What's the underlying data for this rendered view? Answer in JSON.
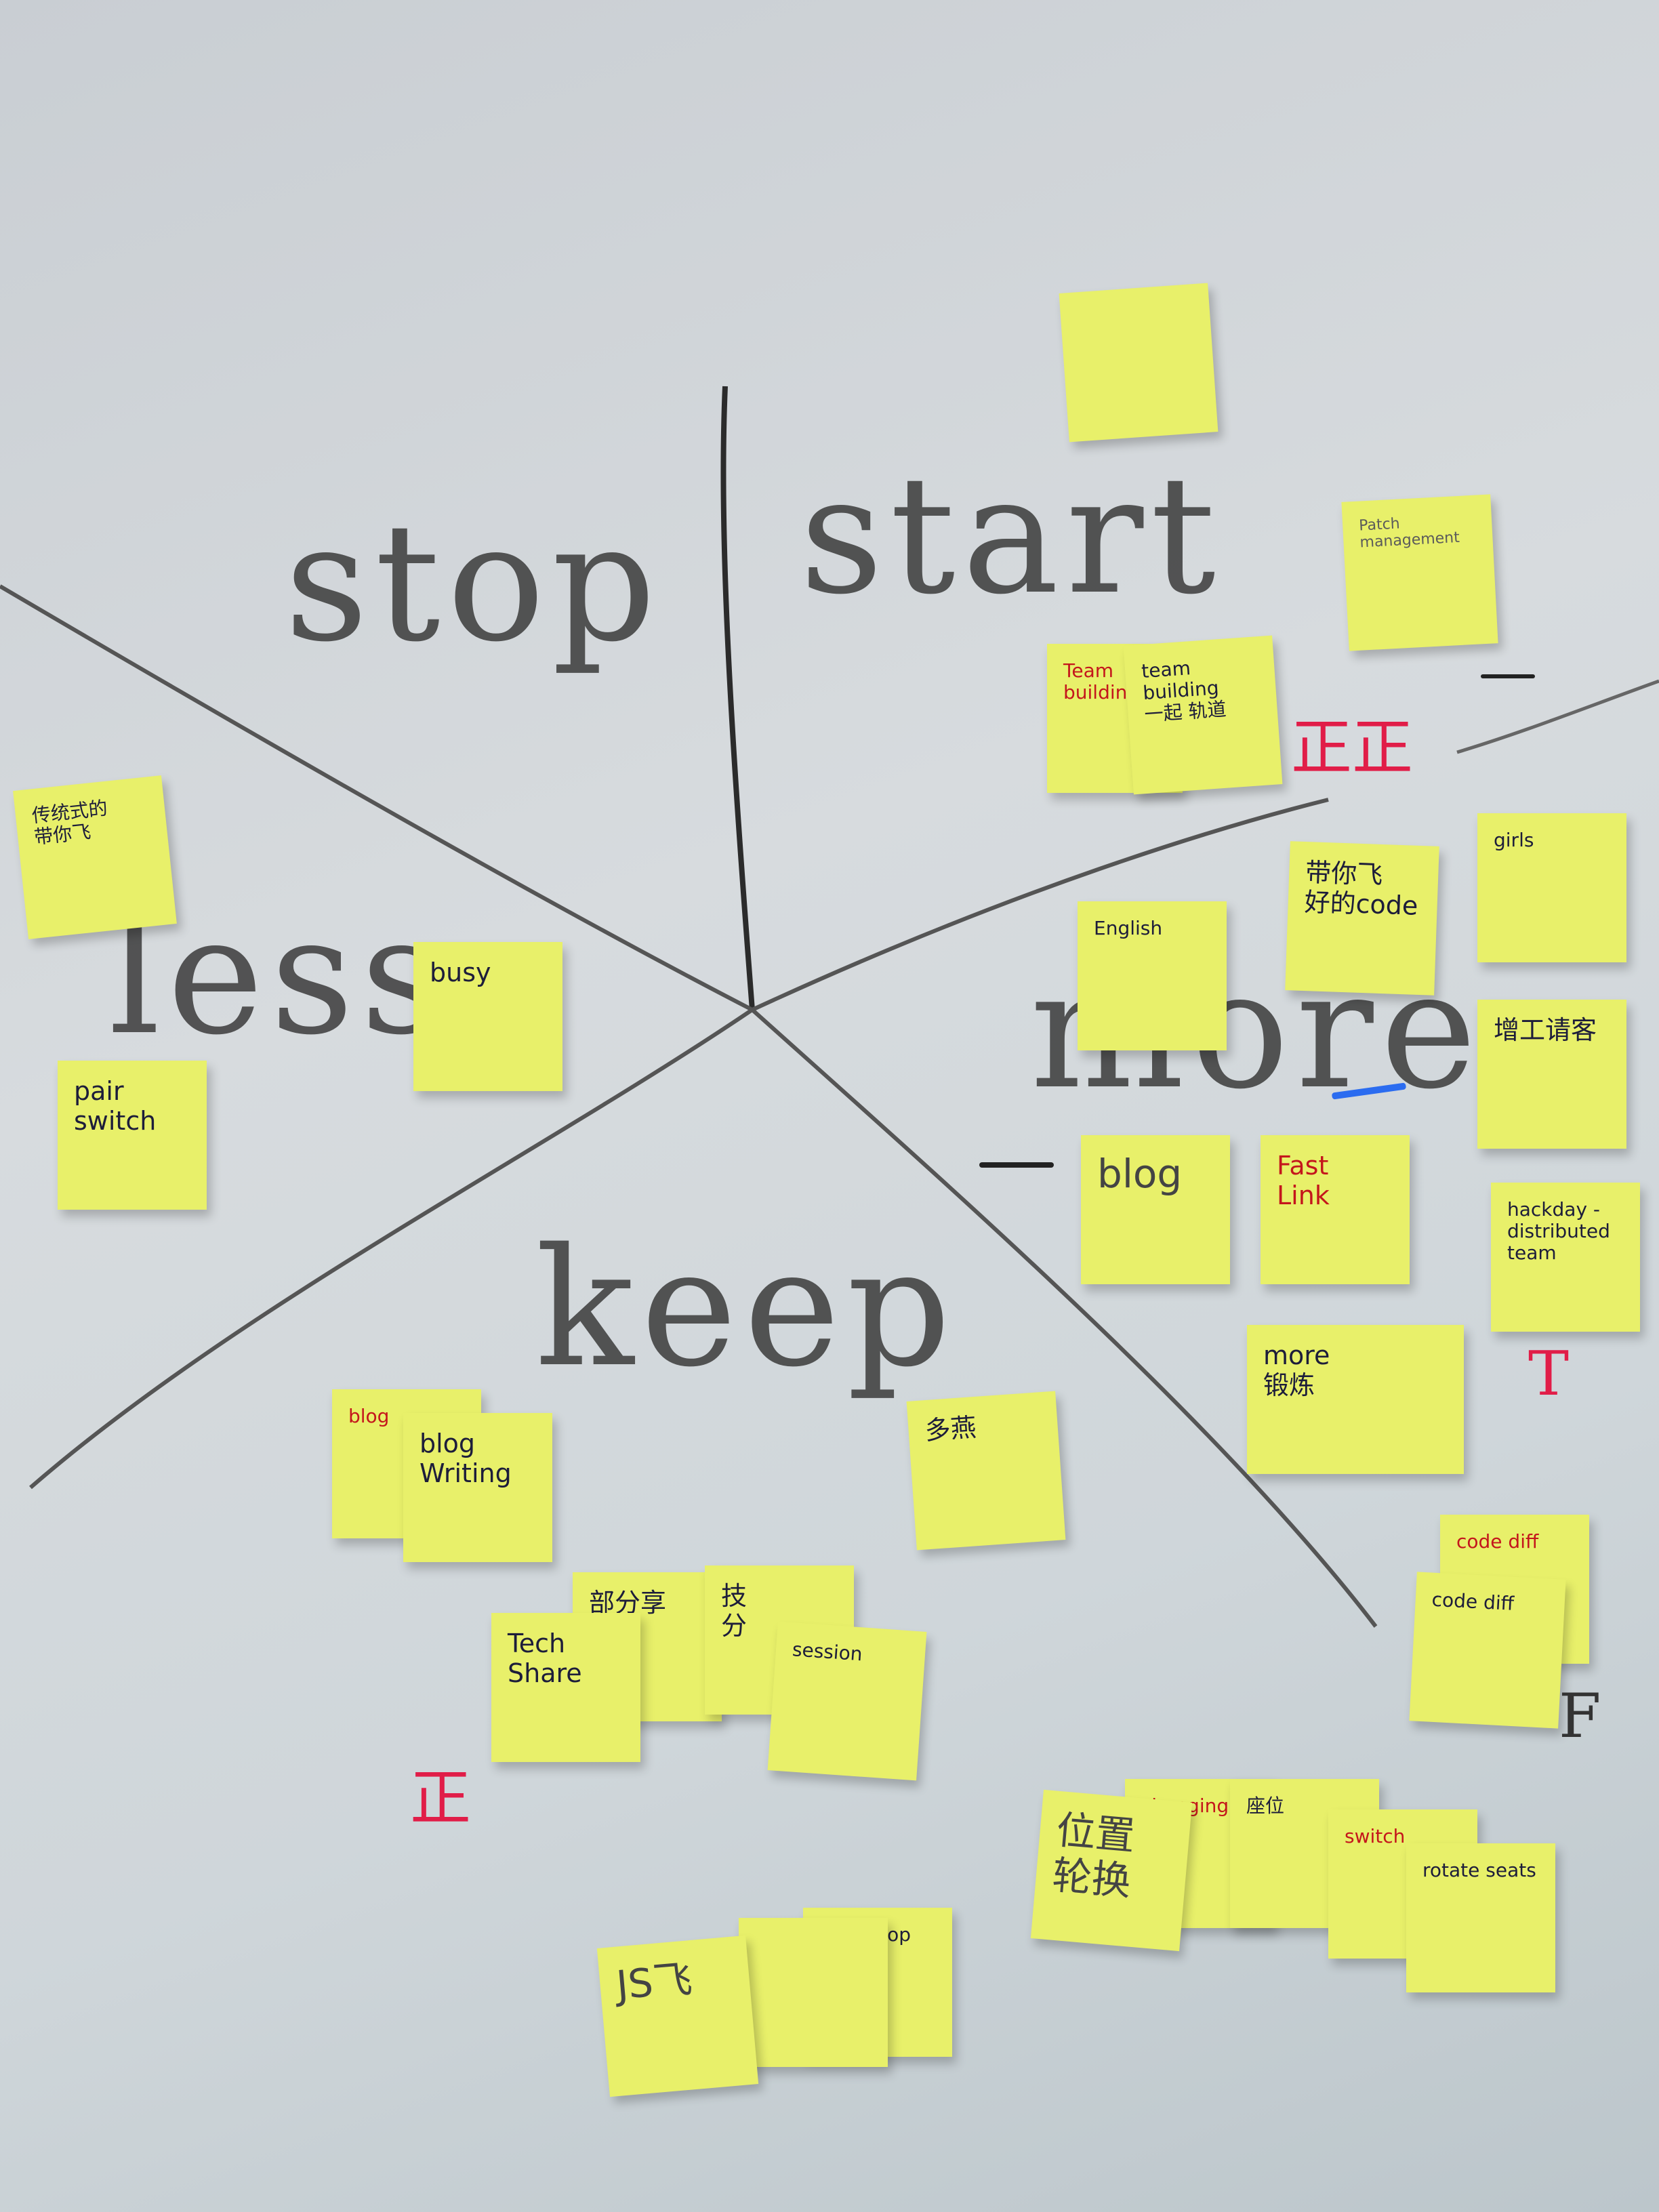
{
  "board": {
    "quadrants": {
      "stop": "stop",
      "start": "start",
      "less": "less",
      "more": "more",
      "keep": "keep"
    },
    "notes": [
      {
        "id": "n1",
        "text": "",
        "style": "tiny"
      },
      {
        "id": "n2",
        "text": "Patch management",
        "style": "tiny"
      },
      {
        "id": "n3",
        "text": "Team building",
        "style": "small red"
      },
      {
        "id": "n4",
        "text": "team building\n一起 轨道",
        "style": "small"
      },
      {
        "id": "n5",
        "text": "传统式的\n带你飞",
        "style": "small"
      },
      {
        "id": "n6",
        "text": "busy",
        "style": ""
      },
      {
        "id": "n7",
        "text": "pair\nswitch",
        "style": ""
      },
      {
        "id": "n8",
        "text": "带你飞\n好的code",
        "style": ""
      },
      {
        "id": "n9",
        "text": "girls",
        "style": "small"
      },
      {
        "id": "n10",
        "text": "English",
        "style": "small"
      },
      {
        "id": "n11",
        "text": "增工请客",
        "style": ""
      },
      {
        "id": "n12",
        "text": "blog",
        "style": "big"
      },
      {
        "id": "n13",
        "text": "Fast\nLink",
        "style": "red"
      },
      {
        "id": "n14",
        "text": "hackday -\ndistributed\nteam",
        "style": "small"
      },
      {
        "id": "n15",
        "text": "more\n锻炼",
        "style": ""
      },
      {
        "id": "n16",
        "text": "blog\nWriting",
        "style": ""
      },
      {
        "id": "n17",
        "text": "blog",
        "style": "small red"
      },
      {
        "id": "n18",
        "text": "多燕",
        "style": ""
      },
      {
        "id": "n19",
        "text": "code diff",
        "style": "small red"
      },
      {
        "id": "n20",
        "text": "code diff",
        "style": "small"
      },
      {
        "id": "n21",
        "text": "Tech\nShare",
        "style": ""
      },
      {
        "id": "n22",
        "text": "部分享",
        "style": ""
      },
      {
        "id": "n23",
        "text": "技\n分",
        "style": ""
      },
      {
        "id": "n24",
        "text": "session",
        "style": "small"
      },
      {
        "id": "n25",
        "text": "位置\n轮换",
        "style": "big"
      },
      {
        "id": "n26",
        "text": "changing\n...",
        "style": "small red"
      },
      {
        "id": "n27",
        "text": "座位",
        "style": "small"
      },
      {
        "id": "n28",
        "text": "switch",
        "style": "small red"
      },
      {
        "id": "n29",
        "text": "rotate seats",
        "style": "small"
      },
      {
        "id": "n30",
        "text": "JS飞",
        "style": "big"
      },
      {
        "id": "n31",
        "text": "",
        "style": "small red"
      },
      {
        "id": "n32",
        "text": "workshop",
        "style": "small"
      }
    ],
    "tally_marks": [
      "正正",
      "正",
      "T",
      "F"
    ]
  }
}
